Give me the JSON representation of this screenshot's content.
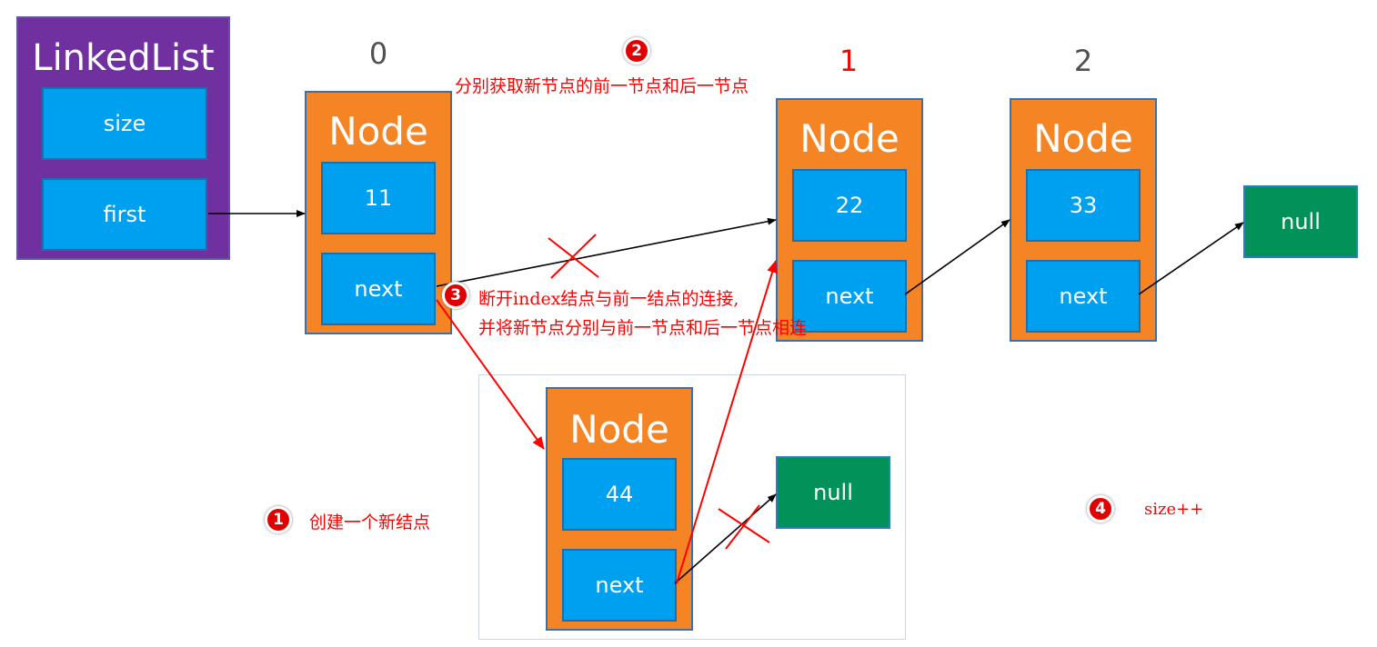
{
  "linkedlist": {
    "title": "LinkedList",
    "size_label": "size",
    "first_label": "first"
  },
  "indices": [
    "0",
    "1",
    "2"
  ],
  "nodes": {
    "title": "Node",
    "n0": {
      "value": "11",
      "next": "next"
    },
    "n1": {
      "value": "22",
      "next": "next"
    },
    "n2": {
      "value": "33",
      "next": "next"
    },
    "new": {
      "value": "44",
      "next": "next"
    }
  },
  "nulls": [
    "null",
    "null"
  ],
  "steps": {
    "s1": {
      "num": "1",
      "text": "创建一个新结点"
    },
    "s2": {
      "num": "2",
      "text": "分别获取新节点的前一节点和后一节点"
    },
    "s3": {
      "num": "3",
      "line1": "断开index结点与前一结点的连接,",
      "line2": "并将新节点分别与前一节点和后一节点相连"
    },
    "s4": {
      "num": "4",
      "text": "size++"
    }
  },
  "colors": {
    "linkedlist": "#7030a0",
    "node": "#f48424",
    "field": "#00a0f0",
    "null": "#03915a",
    "annotation": "#ff0000",
    "arrow_black": "#000000"
  }
}
